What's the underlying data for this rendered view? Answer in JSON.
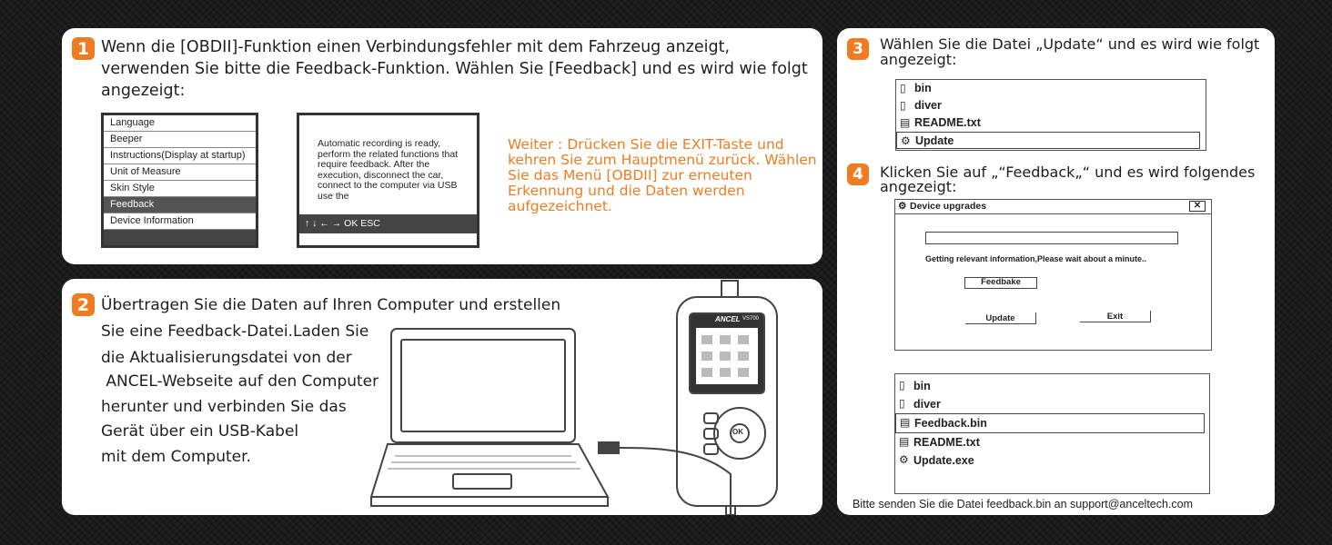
{
  "step1": {
    "number": "1",
    "text": "Wenn die [OBDII]-Funktion einen Verbindungsfehler mit dem Fahrzeug anzeigt, verwenden Sie bitte die Feedback-Funktion. Wählen Sie [Feedback] und es wird wie folgt angezeigt:",
    "menu_items": [
      "Language",
      "Beeper",
      "Instructions(Display at startup)",
      "Unit of Measure",
      "Skin Style",
      "Feedback",
      "Device Information"
    ],
    "selected_index": 5,
    "screen_text": "Automatic recording is ready, perform the related functions that require feedback. After the execution, disconnect the car, connect to the computer via USB use the",
    "screen_footer": "↑ ↓ ← →    OK    ESC",
    "note": "Weiter : Drücken Sie die EXIT-Taste und kehren Sie zum Hauptmenü zurück. Wählen Sie das Menü [OBDII] zur erneuten Erkennung und die Daten werden aufgezeichnet."
  },
  "step2": {
    "number": "2",
    "lines": [
      "Übertragen Sie die Daten auf Ihren Computer und erstellen",
      "Sie eine Feedback-Datei.Laden Sie",
      "die Aktualisierungsdatei von der",
      " ANCEL-Webseite auf den Computer",
      "herunter und verbinden Sie das",
      "Gerät über ein USB-Kabel",
      "mit dem Computer."
    ],
    "device_brand": "ANCEL",
    "device_model": "VS700",
    "device_button_ok": "OK"
  },
  "step3": {
    "number": "3",
    "text": "Wählen Sie die Datei „Update“ und es wird wie folgt angezeigt:",
    "files": [
      "bin",
      "diver",
      "README.txt",
      "Update"
    ]
  },
  "step4": {
    "number": "4",
    "text": "Klicken Sie auf „“Feedback„“ und es wird folgendes angezeigt:",
    "dialog_title": "Device upgrades",
    "dialog_message": "Getting relevant information,Please wait about a minute..",
    "btn_feedback": "Feedbake",
    "btn_update": "Update",
    "btn_exit": "Exit",
    "files": [
      "bin",
      "diver",
      "Feedback.bin",
      "README.txt",
      "Update.exe"
    ],
    "footer": "Bitte senden Sie die Datei feedback.bin an support@anceltech.com"
  },
  "colors": {
    "accent": "#f07c22",
    "background": "#1c1c1c",
    "panel": "#ffffff"
  }
}
